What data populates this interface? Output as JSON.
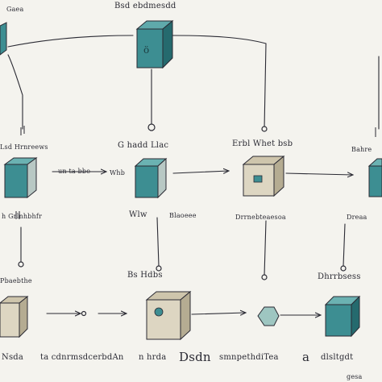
{
  "colors": {
    "ink": "#2a2a33",
    "teal": "#3d8e92",
    "teal_dark": "#256a6e",
    "beige": "#ddd6c2",
    "beige_dark": "#b5ac92",
    "paper": "#f4f3ee"
  },
  "labels": {
    "top_left": "Gaea",
    "top_center": "Bsd ebdmesdd",
    "row1_left": "Lsd Hrnreews",
    "row1_center": "G hadd Llac",
    "row1_right": "Erbl Whet bsb",
    "row1_far_right": "Bahre",
    "row2_left": "h Grlnhbhfr",
    "row2_center_a": "Wlw",
    "row2_center_b": "Blaoeee",
    "row2_right": "Drrnebteaesoa",
    "row2_far_right": "Dreaa",
    "row3_left": "Pbaebthe",
    "row3_center": "Bs Hdbs",
    "row3_right": "Dhrrbsess",
    "arrow_label_1": "Whb",
    "arrow_label_2": "un ta bbe",
    "bottom_1": "Nsda",
    "bottom_2": "ta cdnrmsdcerbdAn",
    "bottom_3": "n hrda",
    "bottom_4": "Dsdn",
    "bottom_5": "smnpethdiTea",
    "bottom_6": "a",
    "bottom_7": "dlsltgdt",
    "bottom_8": "gesa"
  }
}
